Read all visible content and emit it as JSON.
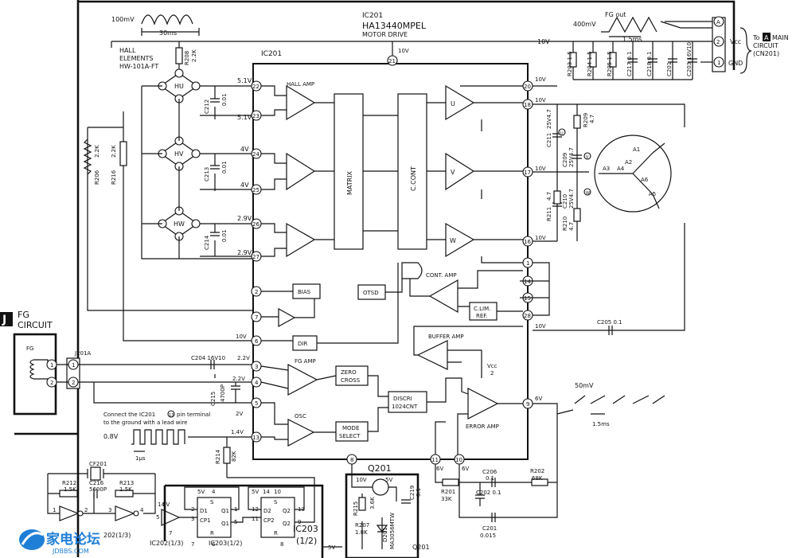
{
  "header": {
    "ic_ref": "IC201",
    "part_number": "HA13440MPEL",
    "function": "MOTOR DRIVE",
    "wave_top_left_amp": "100mV",
    "wave_top_left_time": "30ms",
    "wave_fg_out_label": "FG out",
    "wave_fg_out_amp": "400mV",
    "wave_fg_out_time": "1.5ms",
    "supply_10v_top": "10V",
    "supply_10v_bus": "10V"
  },
  "connector": {
    "pins": [
      "A",
      "2",
      "1"
    ],
    "vcc": "Vcc",
    "gnd": "GND",
    "to_label_1": "To",
    "to_label_box": "A",
    "to_label_2": "MAIN",
    "to_label_3": "CIRCUIT",
    "to_label_4": "(CN201)"
  },
  "hall": {
    "title_1": "HALL",
    "title_2": "ELEMENTS",
    "title_3": "HW-101A-FT",
    "elements": [
      {
        "name": "HU",
        "v1": "5.1V",
        "v2": "5.1V",
        "cap": "C212",
        "cap_val": "0.01"
      },
      {
        "name": "HV",
        "v1": "4V",
        "v2": "4V",
        "cap": "C213",
        "cap_val": "0.01"
      },
      {
        "name": "HW",
        "v1": "2.9V",
        "v2": "2.9V",
        "cap": "C214",
        "cap_val": "0.01"
      }
    ],
    "r208": "R208",
    "r208_val": "2.2K",
    "r206": "R206",
    "r206_val": "2.2K",
    "r216": "R216",
    "r216_val": "2.2K",
    "pins": [
      "2",
      "3",
      "4",
      "1"
    ]
  },
  "ic": {
    "ic_label": "IC201",
    "pin_numbers_left": [
      "22",
      "23",
      "24",
      "25",
      "26",
      "27",
      "2",
      "7",
      "6",
      "3",
      "4",
      "5",
      "13"
    ],
    "pin_numbers_right": [
      "20",
      "18",
      "17",
      "16",
      "1",
      "14",
      "15",
      "28",
      "9",
      "10",
      "11",
      "8",
      "21"
    ],
    "blocks": {
      "hall_amp": "HALL AMP",
      "matrix": "MATRIX",
      "c_cont": "C.CONT",
      "u": "U",
      "v": "V",
      "w": "W",
      "bias": "BIAS",
      "dir": "DIR",
      "otsd": "OTSD",
      "cont_amp": "CONT. AMP",
      "c_lim_1": "C.LIM.",
      "c_lim_2": "REF.",
      "buffer_amp": "BUFFER AMP",
      "fg_amp": "FG AMP",
      "zero_1": "ZERO",
      "zero_2": "CROSS",
      "discri_1": "DISCRI",
      "discri_2": "1024CNT",
      "osc": "OSC",
      "mode_1": "MODE",
      "mode_2": "SELECT",
      "error_amp": "ERROR AMP"
    },
    "pin_voltages": {
      "p20": "10V",
      "p18": "10V",
      "p17": "10V",
      "p16": "10V",
      "p28": "10V",
      "p6": "10V",
      "p3": "2.2V",
      "p4": "2.2V",
      "p5": "2V",
      "p13": "1.4V",
      "p9": "6V",
      "p11": "6V",
      "p10": "6V"
    },
    "vcc_half_1": "Vcc",
    "vcc_half_2": "2"
  },
  "motor": {
    "windings": [
      "A1",
      "A2",
      "A3",
      "A4",
      "A5",
      "A6"
    ],
    "caps": [
      {
        "ref": "C211",
        "val": "25V4.7"
      },
      {
        "ref": "C209",
        "val": "25V4.7"
      },
      {
        "ref": "C210",
        "val": "25V4.7"
      }
    ],
    "resistors": [
      {
        "ref": "R209",
        "val": "4.7"
      },
      {
        "ref": "R211",
        "val": "4.7"
      },
      {
        "ref": "R210",
        "val": "4.7"
      }
    ],
    "markers": [
      "U",
      "V",
      "W"
    ]
  },
  "top_right_parts": {
    "r203": "R203 1.5",
    "r204": "R204 1.5",
    "r205": "R205 1.5",
    "c217": "C217 0.1",
    "c218": "C218 0.1",
    "c201": "C201",
    "c203": "C203 16V10"
  },
  "fg_section": {
    "badge": "J",
    "title_1": "FG",
    "title_2": "CIRCUIT",
    "coil_label": "FG",
    "connector": "J201A",
    "pins": [
      "1",
      "2"
    ],
    "c204": "C204 16V10",
    "c215": "C215",
    "c215_val": "4700P",
    "c205": "C205 0.1"
  },
  "osc_section": {
    "note_1": "Connect the IC201",
    "note_pin": "13",
    "note_2": "pin terminal",
    "note_3": "to the ground with a lead wire",
    "amp": "0.8V",
    "time": "1µs",
    "r214": "R214",
    "r214_val": "82K"
  },
  "error_wave": {
    "amp": "50mV",
    "time": "1.5ms"
  },
  "q201_section": {
    "q": "Q201",
    "q_bottom": "Q201",
    "supply": "10V",
    "v5": "5V",
    "r215": "R215",
    "r215_val": "3.6K",
    "r207": "R207",
    "r207_val": "1.8K",
    "d201": "D201",
    "d201_val": "MA3056MTW",
    "c219": "C219",
    "c219_val": "0.1",
    "r201": "R201",
    "r201_val": "33K",
    "c206": "C206",
    "c206_val": "0.1",
    "c202": "C202 0.1",
    "r202": "R202",
    "r202_val": "68K",
    "c201b": "C201",
    "c201b_val": "0.015"
  },
  "logic_section": {
    "cf201": "CF201",
    "r212": "R212",
    "r212_val": "1.5K",
    "c216": "C216",
    "c216_val": "5600P",
    "r213": "R213",
    "r213_val": "1.5K",
    "ic202_13": "IC202(1/3)",
    "ic202_12": "202(1/3)",
    "ic203_a": "IC203(1/2)",
    "ic203_b": "IC203",
    "ic203_c": "(1/2)",
    "ff1": [
      "S",
      "D1",
      "CP1",
      "R",
      "Q1",
      "Q1"
    ],
    "ff2": [
      "S",
      "Q2",
      "D2",
      "CP2",
      "R",
      "Q2"
    ],
    "v5": "5V",
    "pins_ic202": [
      "1",
      "2",
      "3",
      "4",
      "14",
      "5",
      "7"
    ],
    "pins_ic203a": [
      "4",
      "2",
      "3",
      "1",
      "5",
      "6",
      "7"
    ],
    "pins_ic203b": [
      "14",
      "10",
      "12",
      "11",
      "13",
      "9",
      "8"
    ]
  },
  "watermark": {
    "cn": "家电论坛",
    "url": "JDBBS.COM"
  }
}
